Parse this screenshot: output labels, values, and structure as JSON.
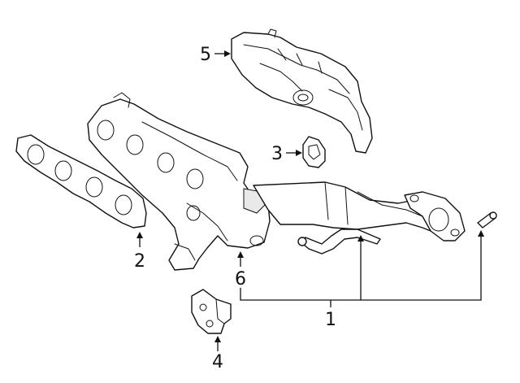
{
  "callouts": [
    {
      "id": "1",
      "label": "1"
    },
    {
      "id": "2",
      "label": "2"
    },
    {
      "id": "3",
      "label": "3"
    },
    {
      "id": "4",
      "label": "4"
    },
    {
      "id": "5",
      "label": "5"
    },
    {
      "id": "6",
      "label": "6"
    }
  ],
  "colors": {
    "line": "#111111",
    "background": "#ffffff",
    "shade": "#e9e9e9"
  }
}
